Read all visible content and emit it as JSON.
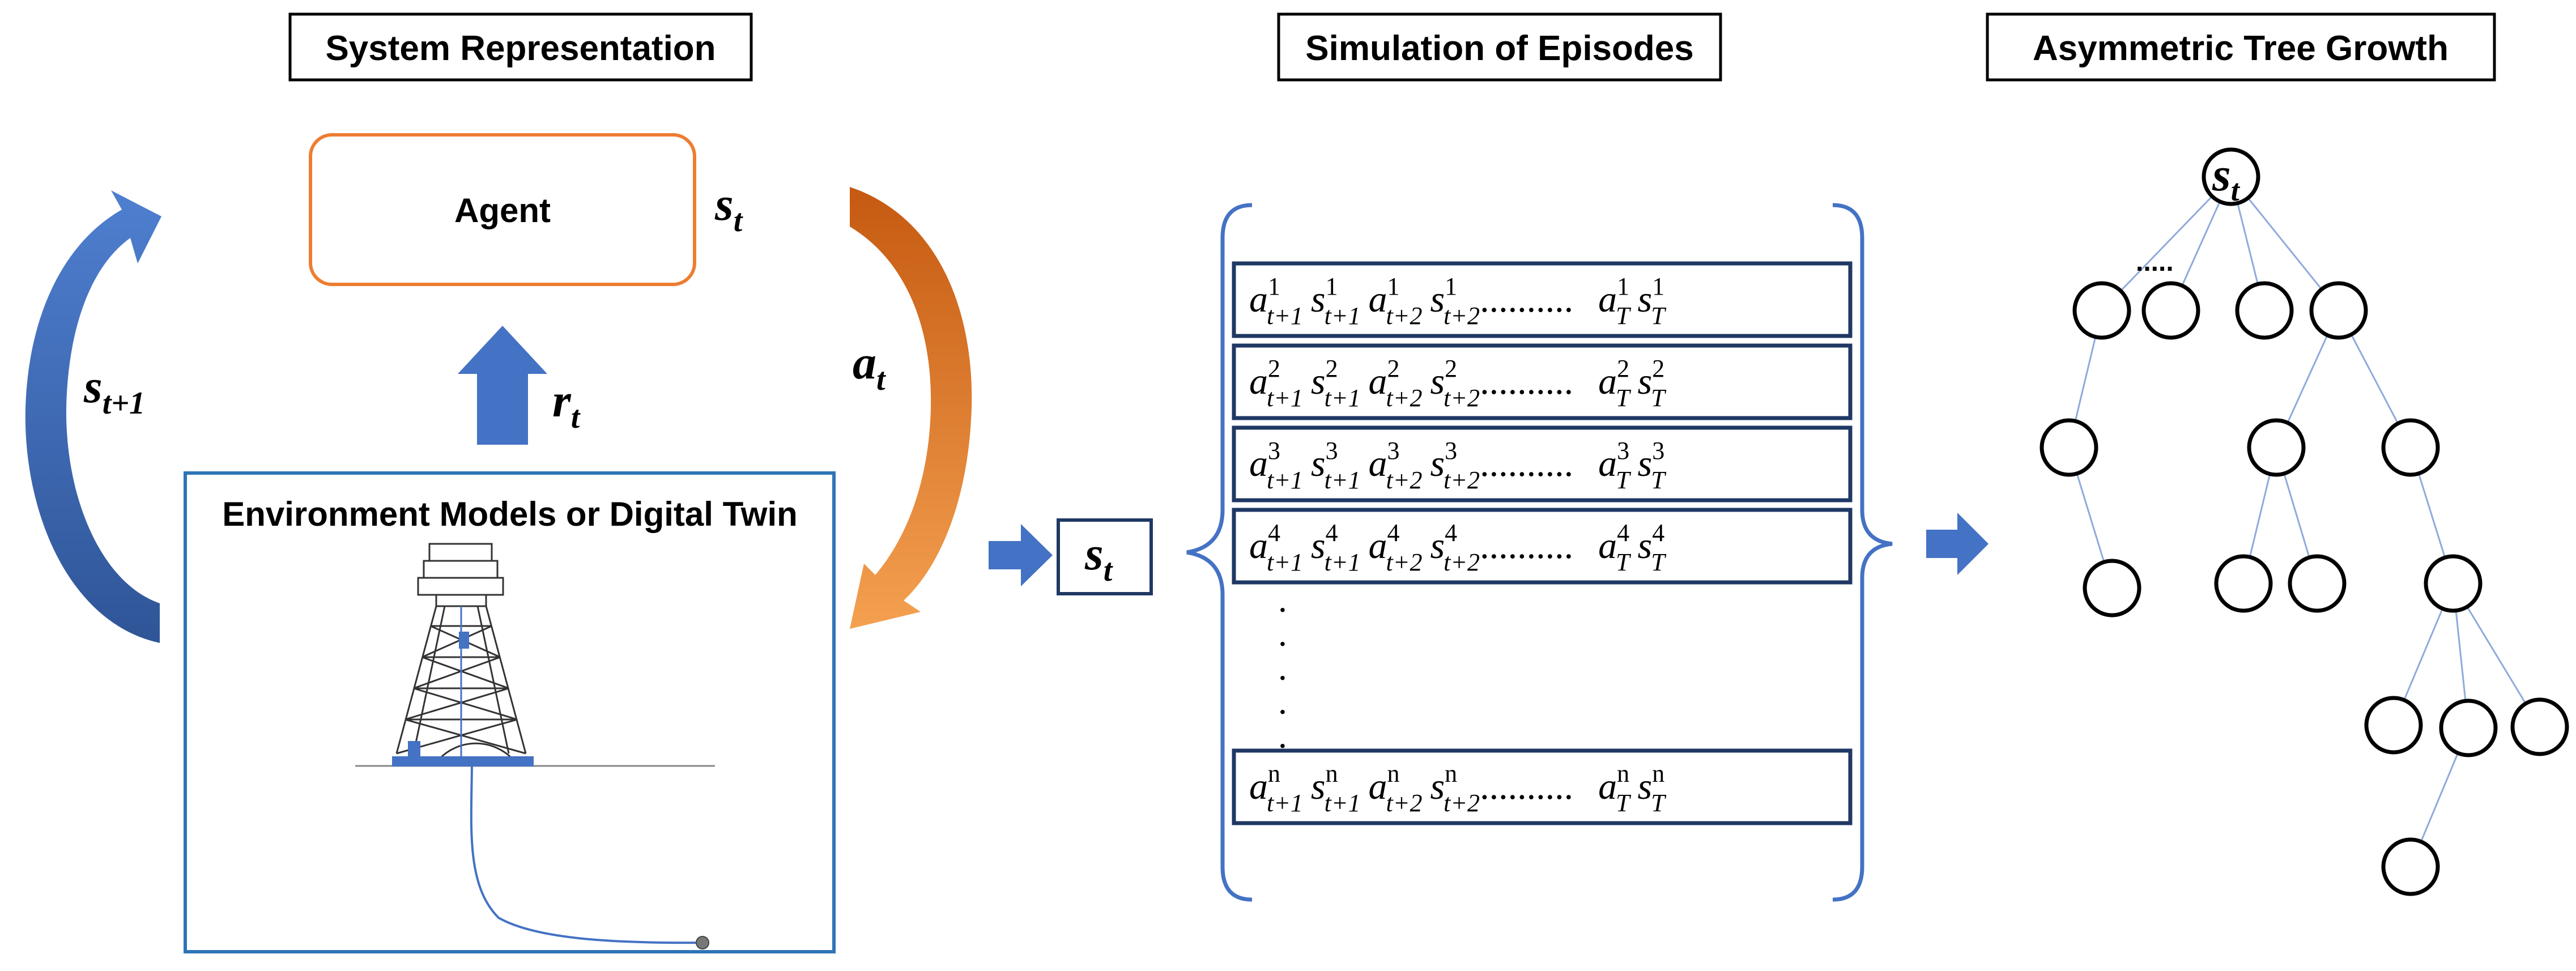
{
  "sections": {
    "system_representation": "System Representation",
    "simulation_of_episodes": "Simulation of Episodes",
    "asymmetric_tree_growth": "Asymmetric Tree Growth"
  },
  "loop": {
    "agent_label": "Agent",
    "environment_label": "Environment Models or Digital Twin",
    "state": {
      "base": "s",
      "sub": "t"
    },
    "next_state": {
      "base": "s",
      "sub": "t+1"
    },
    "action": {
      "base": "a",
      "sub": "t"
    },
    "reward": {
      "base": "r",
      "sub": "t"
    }
  },
  "simulation": {
    "input_state": {
      "base": "s",
      "sub": "t"
    },
    "dots_mid": "..........",
    "episodes": [
      {
        "sup": "1"
      },
      {
        "sup": "2"
      },
      {
        "sup": "3"
      },
      {
        "sup": "4"
      },
      {
        "sup": "n"
      }
    ],
    "vertical_ellipsis": [
      "·",
      "·",
      "·",
      "·",
      "·"
    ]
  },
  "tree": {
    "root": {
      "base": "s",
      "sub": "t"
    },
    "dots": "....."
  },
  "colors": {
    "blue_arrow": "#4472c4",
    "orange_arrow": "#ed7d31",
    "agent_border": "#ed7d31",
    "env_border": "#2e75b6",
    "episode_border": "#1f3864",
    "brace": "#4472c4",
    "tree_edge": "#8faadc"
  }
}
